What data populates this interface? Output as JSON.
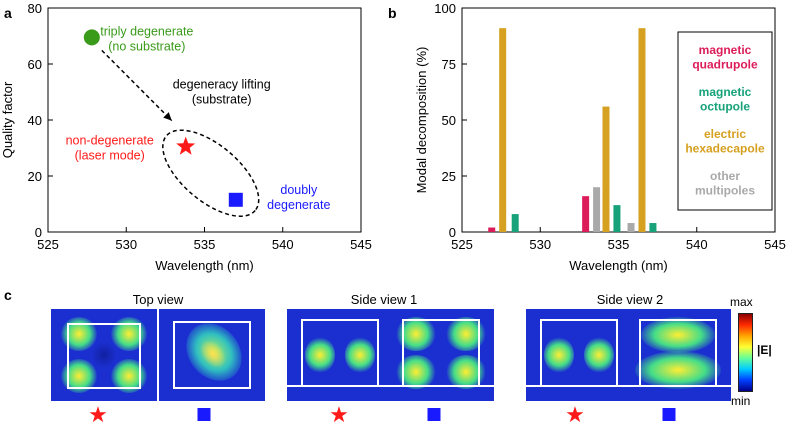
{
  "panel_labels": {
    "a": "a",
    "b": "b",
    "c": "c"
  },
  "chart_data": [
    {
      "type": "scatter",
      "xlabel": "Wavelength (nm)",
      "ylabel": "Quality factor",
      "xlim": [
        525,
        545
      ],
      "ylim": [
        0,
        80
      ],
      "xticks": [
        "525",
        "530",
        "535",
        "540",
        "545"
      ],
      "yticks": [
        "0",
        "20",
        "40",
        "60",
        "80"
      ],
      "points": [
        {
          "x": 527.8,
          "y": 69.5,
          "marker": "circle",
          "color": "#3a9a1a",
          "label": "triply degenerate\n(no substrate)"
        },
        {
          "x": 533.8,
          "y": 30.5,
          "marker": "star",
          "color": "#ff1a1a",
          "label": "non-degenerate\n(laser mode)"
        },
        {
          "x": 537.0,
          "y": 11.5,
          "marker": "square",
          "color": "#1a1aff",
          "label": "doubly\ndegenerate"
        }
      ],
      "annotations": [
        {
          "text": "degeneracy lifting\n(substrate)",
          "color": "#000000"
        }
      ],
      "grid": false
    },
    {
      "type": "bar",
      "xlabel": "Wavelength (nm)",
      "ylabel": "Modal decomposition (%)",
      "xlim": [
        525,
        545
      ],
      "ylim": [
        0,
        100
      ],
      "xticks": [
        "525",
        "530",
        "535",
        "540",
        "545"
      ],
      "yticks": [
        "0",
        "25",
        "50",
        "75",
        "100"
      ],
      "legend_position": "right",
      "series": [
        {
          "name": "magnetic\nquadrupole",
          "color": "#dc1c5a",
          "points": [
            {
              "x": 526.9,
              "y": 2
            },
            {
              "x": 532.9,
              "y": 16
            }
          ]
        },
        {
          "name": "magnetic\noctupole",
          "color": "#17a27a",
          "points": [
            {
              "x": 528.4,
              "y": 8
            },
            {
              "x": 534.9,
              "y": 12
            },
            {
              "x": 537.2,
              "y": 4
            }
          ]
        },
        {
          "name": "electric\nhexadecapole",
          "color": "#d6a020",
          "points": [
            {
              "x": 527.6,
              "y": 91
            },
            {
              "x": 534.2,
              "y": 56
            },
            {
              "x": 536.5,
              "y": 91
            }
          ]
        },
        {
          "name": "other\nmultipoles",
          "color": "#a9a9a9",
          "points": [
            {
              "x": 533.6,
              "y": 20
            },
            {
              "x": 535.8,
              "y": 4
            }
          ]
        }
      ]
    }
  ],
  "field_maps": {
    "top_title": "Top view",
    "side1_title": "Side view 1",
    "side2_title": "Side view 2",
    "colorbar_max": "max",
    "colorbar_min": "min",
    "colorbar_label": "|E|"
  }
}
